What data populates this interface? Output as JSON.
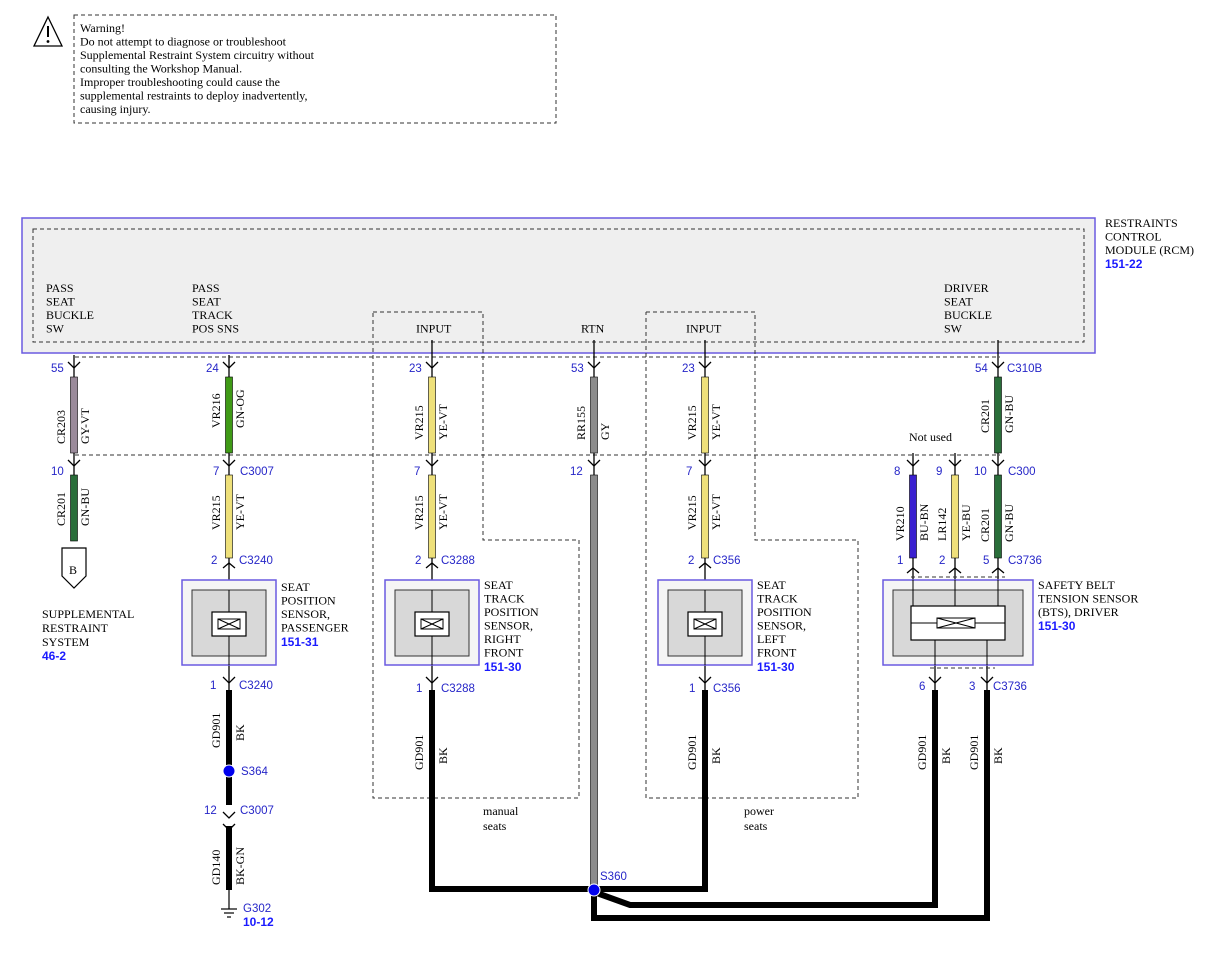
{
  "warning": {
    "lines": [
      "Warning!",
      "Do not attempt to diagnose or troubleshoot",
      "Supplemental Restraint System circuitry without",
      "consulting the Workshop Manual.",
      "Improper troubleshooting could cause the",
      "supplemental restraints to deploy inadvertently,",
      "causing injury."
    ]
  },
  "rcm": {
    "name_lines": [
      "RESTRAINTS",
      "CONTROL",
      "MODULE (RCM)"
    ],
    "ref": "151-22",
    "pass_buckle": [
      "PASS",
      "SEAT",
      "BUCKLE",
      "SW"
    ],
    "pass_track": [
      "PASS",
      "SEAT",
      "TRACK",
      "POS SNS"
    ],
    "input_label": "INPUT",
    "rtn_label": "RTN",
    "driver_buckle": [
      "DRIVER",
      "SEAT",
      "BUCKLE",
      "SW"
    ],
    "connector": "C310B"
  },
  "wires": {
    "cr203": {
      "circuit": "CR203",
      "color": "GY-VT",
      "rgb": "#9a8a9a"
    },
    "vr216": {
      "circuit": "VR216",
      "color": "GN-OG",
      "rgb": "#2e8b1e"
    },
    "vr215": {
      "circuit": "VR215",
      "color": "YE-VT",
      "rgb": "#eee07a"
    },
    "rr155": {
      "circuit": "RR155",
      "color": "GY",
      "rgb": "#8c8c8c"
    },
    "cr201": {
      "circuit": "CR201",
      "color": "GN-BU",
      "rgb": "#2a6e3a"
    },
    "vr210": {
      "circuit": "VR210",
      "color": "BU-BN",
      "rgb": "#3a20d0"
    },
    "lr142": {
      "circuit": "LR142",
      "color": "YE-BU",
      "rgb": "#f0e07a"
    },
    "gd901": {
      "circuit": "GD901",
      "color": "BK",
      "rgb": "#000000"
    },
    "gd140": {
      "circuit": "GD140",
      "color": "BK-GN",
      "rgb": "#1c2a1c"
    }
  },
  "pins": {
    "p55": "55",
    "p24": "24",
    "p23a": "23",
    "p53": "53",
    "p23b": "23",
    "p54": "54",
    "p10a": "10",
    "p7a": "7",
    "p7b": "7",
    "p12a": "12",
    "p7c": "7",
    "p8": "8",
    "p9": "9",
    "p10b": "10",
    "p2a": "2",
    "p2b": "2",
    "p2c": "2",
    "p1a": "1",
    "p2d": "2",
    "p5": "5",
    "p1b": "1",
    "p1c": "1",
    "p1d": "1",
    "p6": "6",
    "p3": "3",
    "p12b": "12"
  },
  "connectors": {
    "c3007": "C3007",
    "c300": "C300",
    "c3240": "C3240",
    "c3288": "C3288",
    "c356": "C356",
    "c3736": "C3736",
    "s364": "S364",
    "s360": "S360",
    "g302": "G302"
  },
  "not_used": "Not used",
  "srs": {
    "lines": [
      "SUPPLEMENTAL",
      "RESTRAINT",
      "SYSTEM"
    ],
    "ref": "46-2",
    "flag": "B"
  },
  "pass_sensor": {
    "lines": [
      "SEAT",
      "POSITION",
      "SENSOR,",
      "PASSENGER"
    ],
    "ref": "151-31"
  },
  "rf_sensor": {
    "lines": [
      "SEAT",
      "TRACK",
      "POSITION",
      "SENSOR,",
      "RIGHT",
      "FRONT"
    ],
    "ref": "151-30"
  },
  "lf_sensor": {
    "lines": [
      "SEAT",
      "TRACK",
      "POSITION",
      "SENSOR,",
      "LEFT",
      "FRONT"
    ],
    "ref": "151-30"
  },
  "bts_sensor": {
    "lines": [
      "SAFETY BELT",
      "TENSION SENSOR",
      "(BTS), DRIVER"
    ],
    "ref": "151-30"
  },
  "ground_ref": "10-12",
  "manual_seats": [
    "manual",
    "seats"
  ],
  "power_seats": [
    "power",
    "seats"
  ]
}
